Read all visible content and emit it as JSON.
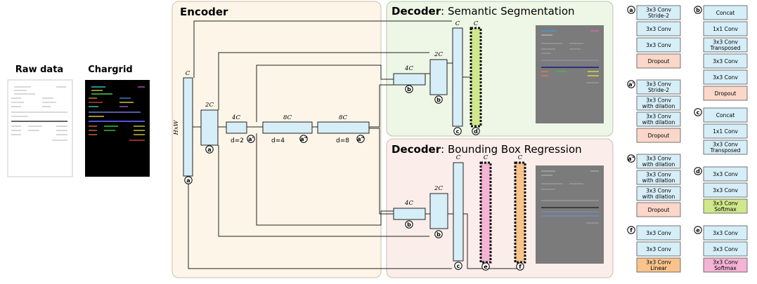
{
  "left": {
    "raw_data_label": "Raw data",
    "chargrid_label": "Chargrid"
  },
  "encoder": {
    "title": "Encoder",
    "dims": {
      "hxw": "HxW",
      "c": "C",
      "c2": "2C",
      "c4": "4C",
      "c8a": "8C",
      "c8b": "8C"
    },
    "dilations": {
      "d2": "d=2",
      "d4": "d=4",
      "d8": "d=8"
    }
  },
  "decoder_seg": {
    "title_bold": "Decoder",
    "title_rest": ": Semantic Segmentation",
    "dims": {
      "c4": "4C",
      "c2": "2C",
      "c": "C",
      "cout": "C"
    }
  },
  "decoder_box": {
    "title_bold": "Decoder",
    "title_rest": ": Bounding Box Regression",
    "dims": {
      "c4": "4C",
      "c2": "2C",
      "c": "C",
      "cout1": "C",
      "cout2": "C"
    }
  },
  "markers": {
    "a": "a",
    "a1": "a'",
    "a2": "a\"",
    "b": "b",
    "c": "c",
    "d": "d",
    "e": "e",
    "f": "f"
  },
  "legend": {
    "a": {
      "marker": "a",
      "blocks": [
        "3x3 Conv\nStride-2",
        "3x3 Conv",
        "3x3 Conv",
        "Dropout"
      ]
    },
    "a1": {
      "marker": "a'",
      "blocks": [
        "3x3 Conv\nStride-2",
        "3x3 Conv\nwith dilation",
        "3x3 Conv\nwith dilation",
        "Dropout"
      ]
    },
    "a2": {
      "marker": "a\"",
      "blocks": [
        "3x3 Conv\nwith dilation",
        "3x3 Conv\nwith dilation",
        "3x3 Conv\nwith dilation",
        "Dropout"
      ]
    },
    "f": {
      "marker": "f",
      "blocks": [
        "3x3 Conv",
        "3x3 Conv",
        "3x3 Conv\nLinear"
      ]
    },
    "b": {
      "marker": "b",
      "blocks": [
        "Concat",
        "1x1 Conv",
        "3x3 Conv\nTransposed",
        "3x3 Conv",
        "3x3 Conv",
        "Dropout"
      ]
    },
    "c": {
      "marker": "c",
      "blocks": [
        "Concat",
        "1x1 Conv",
        "3x3 Conv\nTransposed"
      ]
    },
    "d": {
      "marker": "d",
      "blocks": [
        "3x3 Conv",
        "3x3 Conv",
        "3x3 Conv\nSoftmax"
      ]
    },
    "e": {
      "marker": "e",
      "blocks": [
        "3x3 Conv",
        "3x3 Conv",
        "3x3 Conv\nSoftmax"
      ]
    }
  },
  "colors": {
    "encoder_bg": "#fdf6e8",
    "seg_bg": "#eef6e6",
    "box_bg": "#fbeeea",
    "block_blue": "#d6eef8",
    "dropout": "#fbd7c9",
    "softmax_green": "#cfe88c",
    "linear_orange": "#f8c48c",
    "softmax_pink": "#f4b4d4"
  }
}
